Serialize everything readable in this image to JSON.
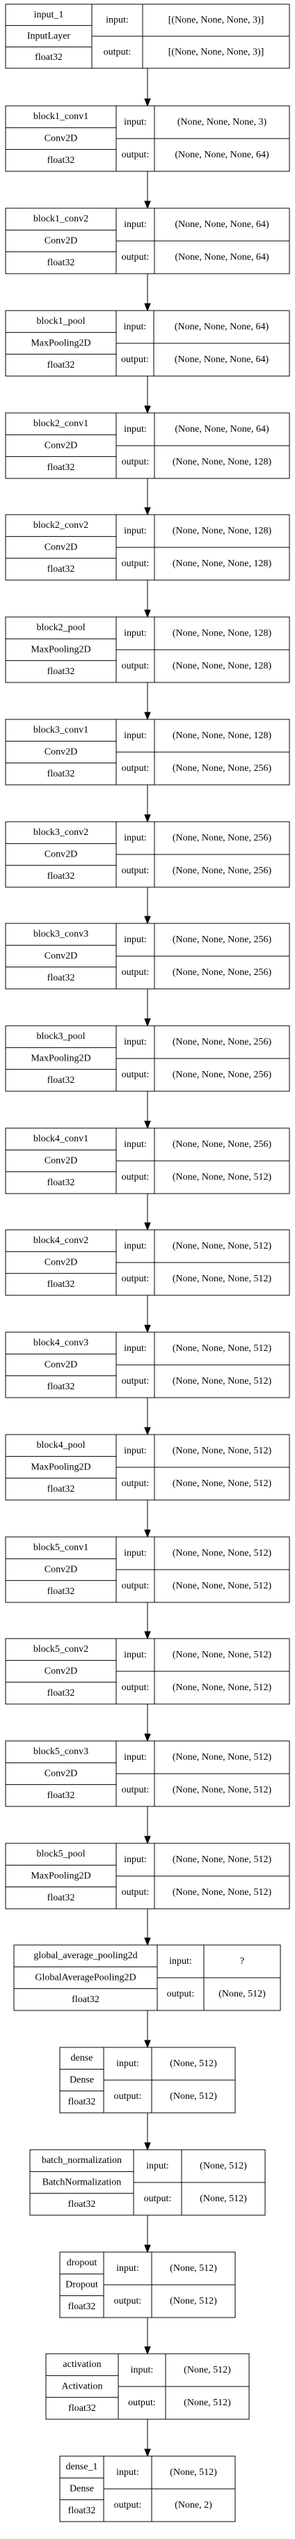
{
  "labels": {
    "input": "input:",
    "output": "output:"
  },
  "layers": [
    {
      "name": "input_1",
      "type": "InputLayer",
      "dtype": "float32",
      "input": "[(None, None, None, 3)]",
      "output": "[(None, None, None, 3)]"
    },
    {
      "name": "block1_conv1",
      "type": "Conv2D",
      "dtype": "float32",
      "input": "(None, None, None, 3)",
      "output": "(None, None, None, 64)"
    },
    {
      "name": "block1_conv2",
      "type": "Conv2D",
      "dtype": "float32",
      "input": "(None, None, None, 64)",
      "output": "(None, None, None, 64)"
    },
    {
      "name": "block1_pool",
      "type": "MaxPooling2D",
      "dtype": "float32",
      "input": "(None, None, None, 64)",
      "output": "(None, None, None, 64)"
    },
    {
      "name": "block2_conv1",
      "type": "Conv2D",
      "dtype": "float32",
      "input": "(None, None, None, 64)",
      "output": "(None, None, None, 128)"
    },
    {
      "name": "block2_conv2",
      "type": "Conv2D",
      "dtype": "float32",
      "input": "(None, None, None, 128)",
      "output": "(None, None, None, 128)"
    },
    {
      "name": "block2_pool",
      "type": "MaxPooling2D",
      "dtype": "float32",
      "input": "(None, None, None, 128)",
      "output": "(None, None, None, 128)"
    },
    {
      "name": "block3_conv1",
      "type": "Conv2D",
      "dtype": "float32",
      "input": "(None, None, None, 128)",
      "output": "(None, None, None, 256)"
    },
    {
      "name": "block3_conv2",
      "type": "Conv2D",
      "dtype": "float32",
      "input": "(None, None, None, 256)",
      "output": "(None, None, None, 256)"
    },
    {
      "name": "block3_conv3",
      "type": "Conv2D",
      "dtype": "float32",
      "input": "(None, None, None, 256)",
      "output": "(None, None, None, 256)"
    },
    {
      "name": "block3_pool",
      "type": "MaxPooling2D",
      "dtype": "float32",
      "input": "(None, None, None, 256)",
      "output": "(None, None, None, 256)"
    },
    {
      "name": "block4_conv1",
      "type": "Conv2D",
      "dtype": "float32",
      "input": "(None, None, None, 256)",
      "output": "(None, None, None, 512)"
    },
    {
      "name": "block4_conv2",
      "type": "Conv2D",
      "dtype": "float32",
      "input": "(None, None, None, 512)",
      "output": "(None, None, None, 512)"
    },
    {
      "name": "block4_conv3",
      "type": "Conv2D",
      "dtype": "float32",
      "input": "(None, None, None, 512)",
      "output": "(None, None, None, 512)"
    },
    {
      "name": "block4_pool",
      "type": "MaxPooling2D",
      "dtype": "float32",
      "input": "(None, None, None, 512)",
      "output": "(None, None, None, 512)"
    },
    {
      "name": "block5_conv1",
      "type": "Conv2D",
      "dtype": "float32",
      "input": "(None, None, None, 512)",
      "output": "(None, None, None, 512)"
    },
    {
      "name": "block5_conv2",
      "type": "Conv2D",
      "dtype": "float32",
      "input": "(None, None, None, 512)",
      "output": "(None, None, None, 512)"
    },
    {
      "name": "block5_conv3",
      "type": "Conv2D",
      "dtype": "float32",
      "input": "(None, None, None, 512)",
      "output": "(None, None, None, 512)"
    },
    {
      "name": "block5_pool",
      "type": "MaxPooling2D",
      "dtype": "float32",
      "input": "(None, None, None, 512)",
      "output": "(None, None, None, 512)"
    },
    {
      "name": "global_average_pooling2d",
      "type": "GlobalAveragePooling2D",
      "dtype": "float32",
      "input": "?",
      "output": "(None, 512)"
    },
    {
      "name": "dense",
      "type": "Dense",
      "dtype": "float32",
      "input": "(None, 512)",
      "output": "(None, 512)"
    },
    {
      "name": "batch_normalization",
      "type": "BatchNormalization",
      "dtype": "float32",
      "input": "(None, 512)",
      "output": "(None, 512)"
    },
    {
      "name": "dropout",
      "type": "Dropout",
      "dtype": "float32",
      "input": "(None, 512)",
      "output": "(None, 512)"
    },
    {
      "name": "activation",
      "type": "Activation",
      "dtype": "float32",
      "input": "(None, 512)",
      "output": "(None, 512)"
    },
    {
      "name": "dense_1",
      "type": "Dense",
      "dtype": "float32",
      "input": "(None, 512)",
      "output": "(None, 2)"
    }
  ]
}
